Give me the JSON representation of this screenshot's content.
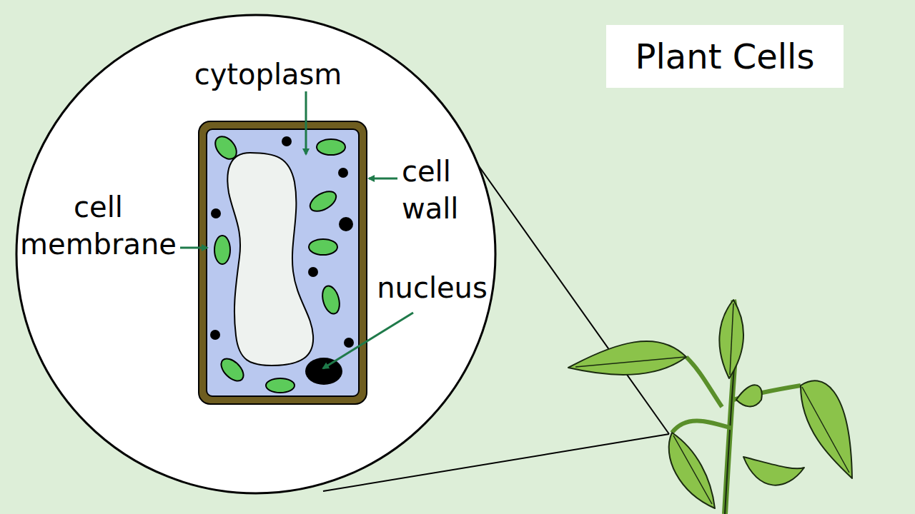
{
  "diagram": {
    "title": "Plant Cells",
    "labels": [
      "cytoplasm",
      "cell wall",
      "cell membrane",
      "nucleus"
    ]
  }
}
